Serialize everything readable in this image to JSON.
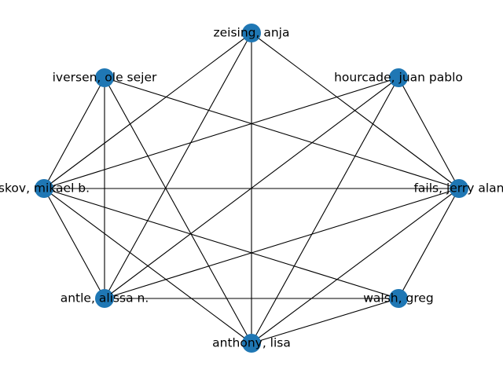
{
  "figure": {
    "node_color": "#1f77b4",
    "edge_color": "#000000",
    "nodes": [
      {
        "id": "zeising",
        "label": "zeising, anja"
      },
      {
        "id": "iversen",
        "label": "iversen, ole sejer"
      },
      {
        "id": "hourcade",
        "label": "hourcade, juan pablo"
      },
      {
        "id": "skov",
        "label": "skov, mikael b."
      },
      {
        "id": "fails",
        "label": "fails, jerry alan"
      },
      {
        "id": "antle",
        "label": "antle, alissa n."
      },
      {
        "id": "walsh",
        "label": "walsh, greg"
      },
      {
        "id": "anthony",
        "label": "anthony, lisa"
      }
    ],
    "edges": [
      [
        "zeising",
        "skov"
      ],
      [
        "zeising",
        "antle"
      ],
      [
        "zeising",
        "anthony"
      ],
      [
        "zeising",
        "fails"
      ],
      [
        "iversen",
        "skov"
      ],
      [
        "iversen",
        "antle"
      ],
      [
        "iversen",
        "anthony"
      ],
      [
        "iversen",
        "fails"
      ],
      [
        "hourcade",
        "skov"
      ],
      [
        "hourcade",
        "antle"
      ],
      [
        "hourcade",
        "anthony"
      ],
      [
        "hourcade",
        "fails"
      ],
      [
        "skov",
        "fails"
      ],
      [
        "skov",
        "antle"
      ],
      [
        "skov",
        "anthony"
      ],
      [
        "skov",
        "walsh"
      ],
      [
        "fails",
        "antle"
      ],
      [
        "fails",
        "anthony"
      ],
      [
        "fails",
        "walsh"
      ],
      [
        "antle",
        "walsh"
      ],
      [
        "anthony",
        "walsh"
      ]
    ]
  }
}
